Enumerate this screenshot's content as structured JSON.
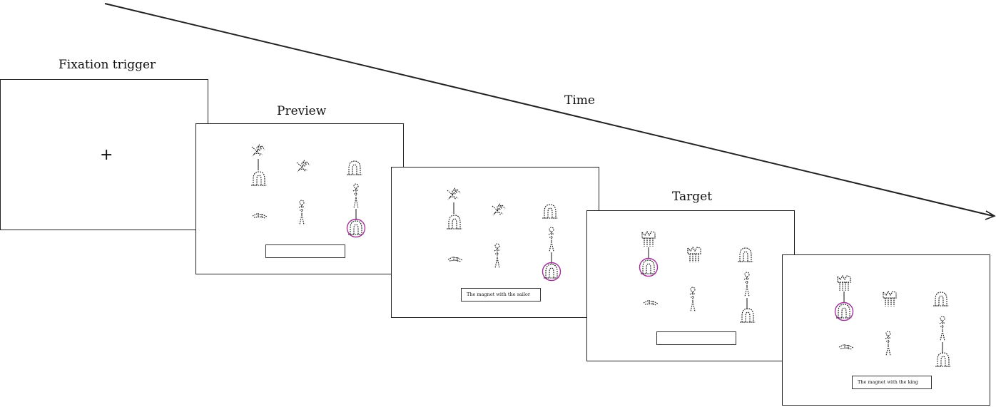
{
  "time_label": "Time",
  "colors": {
    "line": "#222222",
    "highlight": "#a0309a"
  },
  "frames": [
    {
      "id": "fixation",
      "label": "Fixation trigger",
      "content": "fixation-cross",
      "cross": "+"
    },
    {
      "id": "preview",
      "label": "Preview",
      "content": "scene-a",
      "caption": ""
    },
    {
      "id": "preview-utterance",
      "label": "",
      "content": "scene-a",
      "caption": "The magnet with the sailor"
    },
    {
      "id": "target",
      "label": "Target",
      "content": "scene-b",
      "caption": ""
    },
    {
      "id": "target-utterance",
      "label": "",
      "content": "scene-b",
      "caption": "The magnet with the king"
    }
  ],
  "icons": {
    "sailor": "sailor-figure-icon",
    "king": "king-figure-icon",
    "magnet": "magnet-icon",
    "feather": "feather-icon",
    "person": "person-figure-icon",
    "highlight": "selection-circle-icon"
  }
}
